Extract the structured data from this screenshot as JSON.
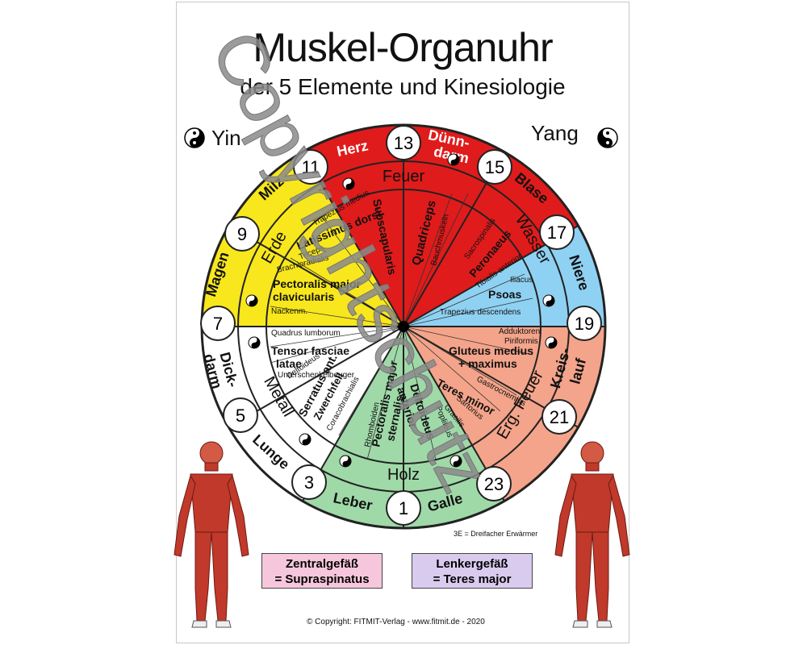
{
  "title": "Muskel-Organuhr",
  "subtitle": "der 5 Elemente und Kinesiologie",
  "yin": "Yin",
  "yang": "Yang",
  "elements": {
    "feuer": "Feuer",
    "wasser": "Wasser",
    "erg_feuer": "Erg. Feuer",
    "holz": "Holz",
    "metall": "Metall",
    "erde": "Erde"
  },
  "organs": {
    "herz": "Herz",
    "duenndarm_1": "Dünn-",
    "duenndarm_2": "darm",
    "blase": "Blase",
    "niere": "Niere",
    "kreislauf_1": "Kreis-",
    "kreislauf_2": "lauf",
    "galle": "Galle",
    "leber": "Leber",
    "lunge": "Lunge",
    "dickdarm_1": "Dick-",
    "dickdarm_2": "darm",
    "magen": "Magen",
    "milz": "Milz"
  },
  "hours": {
    "h13": "13",
    "h15": "15",
    "h17": "17",
    "h19": "19",
    "h21": "21",
    "h23": "23",
    "h1": "1",
    "h3": "3",
    "h5": "5",
    "h7": "7",
    "h9": "9",
    "h11": "11"
  },
  "muscles": {
    "subscapularis": "Subscapularis",
    "quadriceps": "Quadriceps",
    "bauchmuskeln": "Bauchmuskeln",
    "sacrospinalis": "Sacrospinalis",
    "peronaeus": "Peronaeus",
    "tibialis_anterior": "Tibialis anterior",
    "iliacus": "Iliacus",
    "psoas": "Psoas",
    "trapezius_descendens": "Trapezius descendens",
    "adduktoren": "Adduktoren",
    "piriformis": "Piriformis",
    "gluteus_medius": "Gluteus medius",
    "gluteus_maximus": "+ maximus",
    "teres_minor": "Teres minor",
    "gastrocnemius": "Gastrocnemius",
    "sartorius": "Sartorius",
    "gracilis": "Gracilis",
    "deltoideus_anterior_1": "Deltoideus",
    "deltoideus_anterior_2": "anterior",
    "popliteus": "Popliteus",
    "pectoralis_sternalis_1": "Pectoralis major",
    "pectoralis_sternalis_2": "sternalis",
    "rhomboiden": "Rhomboiden",
    "serratus_1": "Serratus ant.",
    "serratus_2": "Zwerchfell",
    "coracobrachialis": "Coracobrachialis",
    "deltoideus": "Deltoideus",
    "quadrus_lumborum": "Quadrus lumborum",
    "tensor_1": "Tensor fasciae",
    "tensor_2": "latae",
    "unterschenkelbeuger": "Unterschenkelbeuger",
    "pectoralis_clav_1": "Pectoralis major",
    "pectoralis_clav_2": "clavicularis",
    "nackenm": "Nackenm.",
    "brachioradialis": "Brachioradialis",
    "latissimus": "Latissimus dorsi",
    "triceps": "Triceps",
    "trapezius_medius": "Trapezius medius"
  },
  "note_3e": "3E = Dreifacher Erwärmer",
  "box_zentral_1": "Zentralgefäß",
  "box_zentral_2": "= Supraspinatus",
  "box_lenker_1": "Lenkergefäß",
  "box_lenker_2": "= Teres major",
  "footer": "Copyright: FITMIT-Verlag - www.fitmit.de - 2020",
  "copyright_symbol": "©",
  "watermark": "Copyrightschutz",
  "colors": {
    "feuer": "#e01b1b",
    "wasser": "#8fd1f2",
    "erg_feuer": "#f4a48a",
    "holz": "#9fd9a8",
    "metall": "#ffffff",
    "erde": "#f8e71c",
    "zentral_box": "#f6c7dc",
    "lenker_box": "#d9cbee"
  }
}
